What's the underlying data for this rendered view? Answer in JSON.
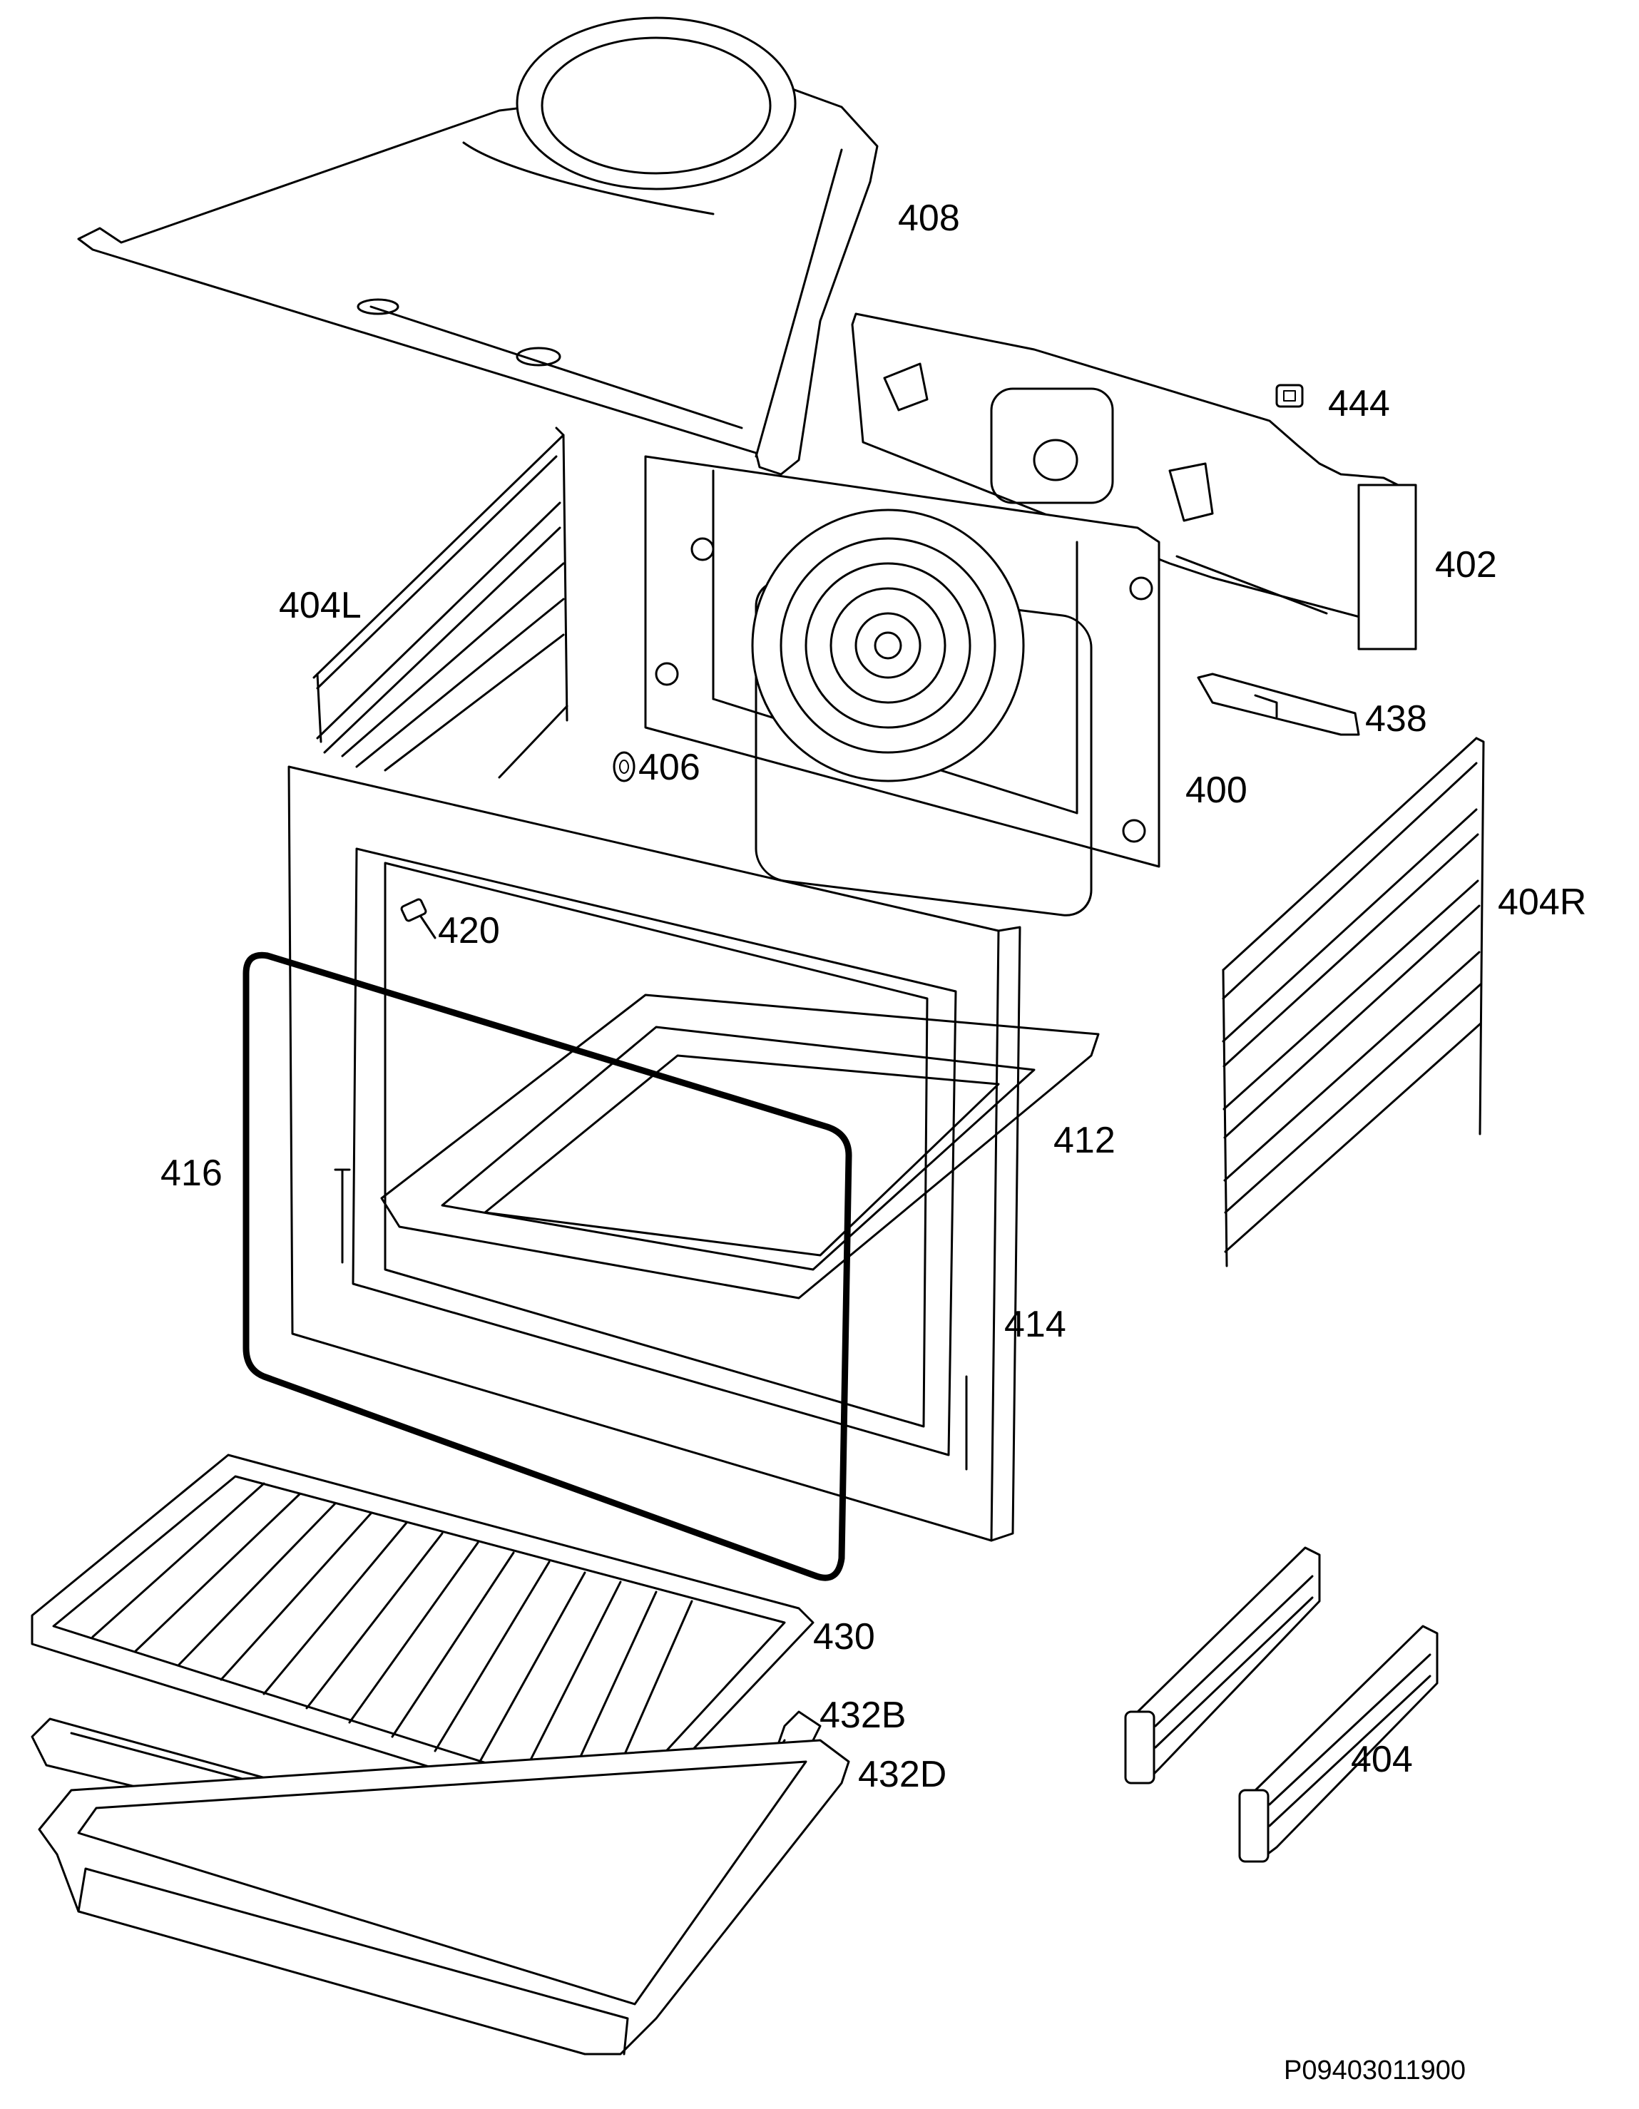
{
  "callouts": [
    {
      "id": "408",
      "label": "408"
    },
    {
      "id": "444",
      "label": "444"
    },
    {
      "id": "402",
      "label": "402"
    },
    {
      "id": "404L",
      "label": "404L"
    },
    {
      "id": "438",
      "label": "438"
    },
    {
      "id": "406",
      "label": "406"
    },
    {
      "id": "400",
      "label": "400"
    },
    {
      "id": "420",
      "label": "420"
    },
    {
      "id": "404R",
      "label": "404R"
    },
    {
      "id": "412",
      "label": "412"
    },
    {
      "id": "416",
      "label": "416"
    },
    {
      "id": "414",
      "label": "414"
    },
    {
      "id": "430",
      "label": "430"
    },
    {
      "id": "432B",
      "label": "432B"
    },
    {
      "id": "432D",
      "label": "432D"
    },
    {
      "id": "404",
      "label": "404"
    }
  ],
  "reference_code": "P09403011900"
}
